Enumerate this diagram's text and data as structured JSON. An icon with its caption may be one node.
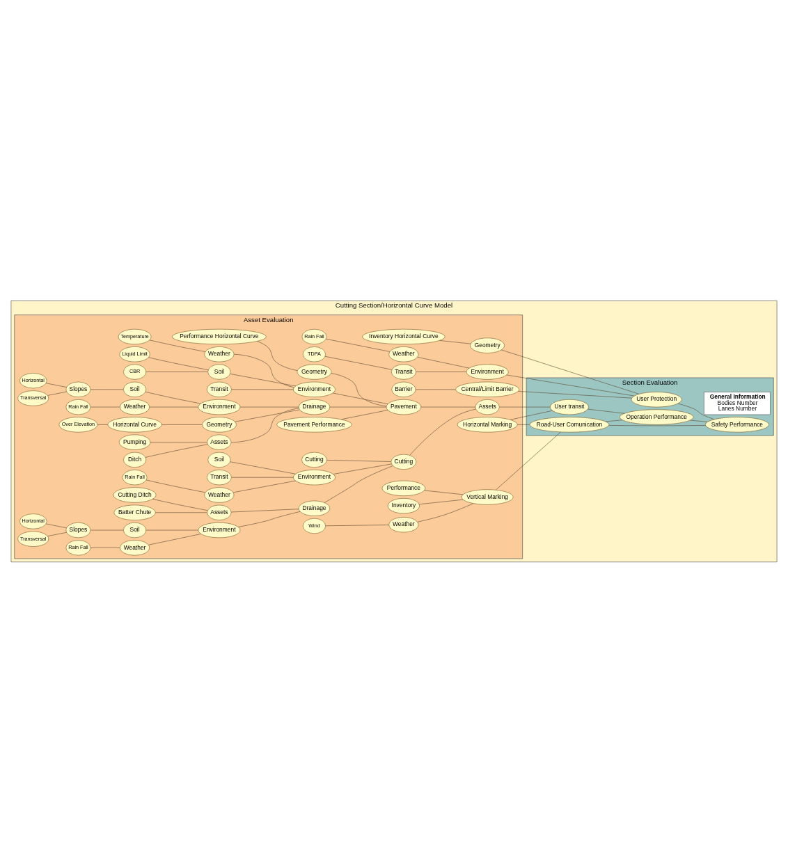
{
  "diagram": {
    "nodes": [
      {
        "text": [
          "Cutting Section/Horizontal Curve Model"
        ]
      },
      {
        "text": [
          "Asset Evaluation"
        ],
        "in": 0
      },
      {
        "text": [
          "Section Evaluation"
        ],
        "in": 0
      },
      {
        "text": [
          "Pavement Performance"
        ],
        "in": 1
      },
      {
        "text": [
          "Pumping"
        ],
        "in": 1
      },
      {
        "text": [
          "Assets"
        ],
        "in": 1
      },
      {
        "text": [
          "Ditch"
        ],
        "in": 1
      },
      {
        "text": [
          "Over Elevation"
        ],
        "in": 1
      },
      {
        "text": [
          "Horizontal Curve"
        ],
        "in": 1
      },
      {
        "text": [
          "Geometry"
        ],
        "in": 1
      },
      {
        "text": [
          "Drainage"
        ],
        "in": 1
      },
      {
        "text": [
          "Transversal"
        ],
        "in": 1
      },
      {
        "text": [
          "Slopes"
        ],
        "in": 1
      },
      {
        "text": [
          "Soil"
        ],
        "in": 1
      },
      {
        "text": [
          "Horizontal"
        ],
        "in": 1
      },
      {
        "text": [
          "Environment"
        ],
        "in": 1
      },
      {
        "text": [
          "Rain Fall"
        ],
        "in": 1
      },
      {
        "text": [
          "Weather"
        ],
        "in": 1
      },
      {
        "text": [
          "Pavement"
        ],
        "in": 1
      },
      {
        "text": [
          "Transit"
        ],
        "in": 1
      },
      {
        "text": [
          "Liquid Limit"
        ],
        "in": 1
      },
      {
        "text": [
          "Soil"
        ],
        "in": 1
      },
      {
        "text": [
          "Environment"
        ],
        "in": 1
      },
      {
        "text": [
          "CBR"
        ],
        "in": 1
      },
      {
        "text": [
          "Temperature"
        ],
        "in": 1
      },
      {
        "text": [
          "Weather"
        ],
        "in": 1
      },
      {
        "text": [
          "Performance Horizontal Curve"
        ],
        "in": 1
      },
      {
        "text": [
          "Geometry"
        ],
        "in": 1
      },
      {
        "text": [
          "Cutting"
        ],
        "in": 1
      },
      {
        "text": [
          "Assets"
        ],
        "in": 1
      },
      {
        "text": [
          "Cutting Ditch"
        ],
        "in": 1
      },
      {
        "text": [
          "Assets"
        ],
        "in": 1
      },
      {
        "text": [
          "Batter Chute"
        ],
        "in": 1
      },
      {
        "text": [
          "Transversal"
        ],
        "in": 1
      },
      {
        "text": [
          "Slopes"
        ],
        "in": 1
      },
      {
        "text": [
          "Soil"
        ],
        "in": 1
      },
      {
        "text": [
          "Drainage"
        ],
        "in": 1
      },
      {
        "text": [
          "Cutting"
        ],
        "in": 1
      },
      {
        "text": [
          "Horizontal"
        ],
        "in": 1
      },
      {
        "text": [
          "Environment"
        ],
        "in": 1
      },
      {
        "text": [
          "Rain Fall"
        ],
        "in": 1
      },
      {
        "text": [
          "Weather"
        ],
        "in": 1
      },
      {
        "text": [
          "Transit"
        ],
        "in": 1
      },
      {
        "text": [
          "Soil"
        ],
        "in": 1
      },
      {
        "text": [
          "Environment"
        ],
        "in": 1
      },
      {
        "text": [
          "Rain Fall"
        ],
        "in": 1
      },
      {
        "text": [
          "Weather"
        ],
        "in": 1
      },
      {
        "text": [
          "Horizontal Marking"
        ],
        "in": 1
      },
      {
        "text": [
          "Inventory"
        ],
        "in": 1
      },
      {
        "text": [
          "Performance"
        ],
        "in": 1
      },
      {
        "text": [
          "Vertical Marking"
        ],
        "in": 1
      },
      {
        "text": [
          "Wind"
        ],
        "in": 1
      },
      {
        "text": [
          "Weather"
        ],
        "in": 1
      },
      {
        "text": [
          "Barrier"
        ],
        "in": 1
      },
      {
        "text": [
          "Central/Limit Barrier"
        ],
        "in": 1
      },
      {
        "text": [
          "TDPA"
        ],
        "in": 1
      },
      {
        "text": [
          "Transit"
        ],
        "in": 1
      },
      {
        "text": [
          "Environment"
        ],
        "in": 1
      },
      {
        "text": [
          "Rain Fall"
        ],
        "in": 1
      },
      {
        "text": [
          "Weather"
        ],
        "in": 1
      },
      {
        "text": [
          "Inventory Horizontal Curve"
        ],
        "in": 1
      },
      {
        "text": [
          "Geometry"
        ],
        "in": 1
      },
      {
        "text": [
          "General Information",
          "Bodies Number",
          "Lanes Number"
        ],
        "in": 2
      },
      {
        "text": [
          "User transit"
        ],
        "in": 2
      },
      {
        "text": [
          "Operation Performance"
        ],
        "in": 2
      },
      {
        "text": [
          "Road-User Comunication"
        ],
        "in": 2
      },
      {
        "text": [
          "Safety Performance"
        ],
        "in": 2
      },
      {
        "text": [
          "User Protection"
        ],
        "in": 2
      }
    ],
    "edges": [
      {
        "from": 4,
        "to": 5,
        "arrow": "none"
      },
      {
        "from": 6,
        "to": 5,
        "arrow": "none"
      },
      {
        "from": 7,
        "to": 8,
        "arrow": "none"
      },
      {
        "from": 8,
        "to": 9,
        "arrow": "none"
      },
      {
        "from": 5,
        "to": 10,
        "arrow": "none"
      },
      {
        "from": 9,
        "to": 10,
        "arrow": "none"
      },
      {
        "from": 11,
        "to": 12,
        "arrow": "none"
      },
      {
        "from": 14,
        "to": 12,
        "arrow": "none"
      },
      {
        "from": 12,
        "to": 13,
        "arrow": "none"
      },
      {
        "from": 13,
        "to": 15,
        "arrow": "none"
      },
      {
        "from": 16,
        "to": 17,
        "arrow": "none"
      },
      {
        "from": 17,
        "to": 15,
        "arrow": "none"
      },
      {
        "from": 15,
        "to": 10,
        "arrow": "none"
      },
      {
        "from": 3,
        "to": 18,
        "arrow": "none"
      },
      {
        "from": 10,
        "to": 18,
        "arrow": "none"
      },
      {
        "from": 19,
        "to": 22,
        "arrow": "none"
      },
      {
        "from": 20,
        "to": 21,
        "arrow": "none"
      },
      {
        "from": 23,
        "to": 21,
        "arrow": "none"
      },
      {
        "from": 21,
        "to": 22,
        "arrow": "none"
      },
      {
        "from": 24,
        "to": 25,
        "arrow": "none"
      },
      {
        "from": 25,
        "to": 22,
        "arrow": "none"
      },
      {
        "from": 22,
        "to": 18,
        "arrow": "none"
      },
      {
        "from": 26,
        "to": 27,
        "arrow": "none"
      },
      {
        "from": 27,
        "to": 18,
        "arrow": "none"
      },
      {
        "from": 18,
        "to": 29,
        "arrow": "none"
      },
      {
        "from": 28,
        "to": 37,
        "arrow": "none"
      },
      {
        "from": 30,
        "to": 31,
        "arrow": "none"
      },
      {
        "from": 32,
        "to": 31,
        "arrow": "none"
      },
      {
        "from": 31,
        "to": 36,
        "arrow": "none"
      },
      {
        "from": 33,
        "to": 34,
        "arrow": "none"
      },
      {
        "from": 38,
        "to": 34,
        "arrow": "none"
      },
      {
        "from": 34,
        "to": 35,
        "arrow": "none"
      },
      {
        "from": 35,
        "to": 39,
        "arrow": "none"
      },
      {
        "from": 40,
        "to": 41,
        "arrow": "none"
      },
      {
        "from": 41,
        "to": 39,
        "arrow": "none"
      },
      {
        "from": 39,
        "to": 36,
        "arrow": "none"
      },
      {
        "from": 36,
        "to": 37,
        "arrow": "none"
      },
      {
        "from": 42,
        "to": 44,
        "arrow": "none"
      },
      {
        "from": 43,
        "to": 44,
        "arrow": "none"
      },
      {
        "from": 45,
        "to": 46,
        "arrow": "none"
      },
      {
        "from": 46,
        "to": 44,
        "arrow": "none"
      },
      {
        "from": 44,
        "to": 37,
        "arrow": "none"
      },
      {
        "from": 37,
        "to": 29,
        "arrow": "none"
      },
      {
        "from": 29,
        "to": 63,
        "arrow": "none"
      },
      {
        "from": 47,
        "to": 63,
        "arrow": "none"
      },
      {
        "from": 47,
        "to": 65,
        "arrow": "none"
      },
      {
        "from": 48,
        "to": 50,
        "arrow": "none"
      },
      {
        "from": 49,
        "to": 50,
        "arrow": "none"
      },
      {
        "from": 51,
        "to": 52,
        "arrow": "none"
      },
      {
        "from": 52,
        "to": 50,
        "arrow": "none"
      },
      {
        "from": 50,
        "to": 65,
        "arrow": "none"
      },
      {
        "from": 53,
        "to": 54,
        "arrow": "none"
      },
      {
        "from": 55,
        "to": 56,
        "arrow": "none"
      },
      {
        "from": 56,
        "to": 57,
        "arrow": "none"
      },
      {
        "from": 58,
        "to": 59,
        "arrow": "none"
      },
      {
        "from": 59,
        "to": 57,
        "arrow": "none"
      },
      {
        "from": 60,
        "to": 61,
        "arrow": "none"
      },
      {
        "from": 54,
        "to": 67,
        "arrow": "none"
      },
      {
        "from": 57,
        "to": 67,
        "arrow": "none"
      },
      {
        "from": 61,
        "to": 67,
        "arrow": "none"
      },
      {
        "from": 63,
        "to": 64,
        "arrow": "none"
      },
      {
        "from": 65,
        "to": 64,
        "arrow": "none"
      },
      {
        "from": 64,
        "to": 66,
        "arrow": "none"
      },
      {
        "from": 65,
        "to": 66,
        "arrow": "none"
      },
      {
        "from": 67,
        "to": 66,
        "arrow": "none"
      }
    ]
  }
}
